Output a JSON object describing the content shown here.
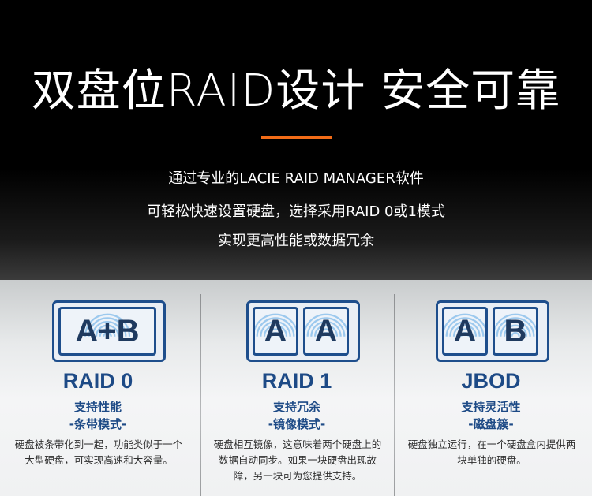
{
  "hero": {
    "title": "双盘位RAID设计 安全可靠",
    "lines": [
      "通过专业的LACIE RAID MANAGER软件",
      "可轻松快速设置硬盘，选择采用RAID 0或1模式",
      "实现更高性能或数据冗余"
    ],
    "accent_color": "#f26c17"
  },
  "modes": [
    {
      "icon_letters": [
        "A+B"
      ],
      "name": "RAID 0",
      "feature": "支持性能",
      "subtitle": "-条带模式-",
      "description": "硬盘被条带化到一起，功能类似于一个大型硬盘，可实现高速和大容量。"
    },
    {
      "icon_letters": [
        "A",
        "A"
      ],
      "name": "RAID 1",
      "feature": "支持冗余",
      "subtitle": "-镜像模式-",
      "description": "硬盘相互镜像，这意味着两个硬盘上的数据自动同步。如果一块硬盘出现故障，另一块可为您提供支持。"
    },
    {
      "icon_letters": [
        "A",
        "B"
      ],
      "name": "JBOD",
      "feature": "支持灵活性",
      "subtitle": "-磁盘簇-",
      "description": "硬盘独立运行，在一个硬盘盒内提供两块单独的硬盘。"
    }
  ],
  "colors": {
    "brand_blue": "#1e4e8c",
    "text_dark": "#2f2f2f"
  }
}
